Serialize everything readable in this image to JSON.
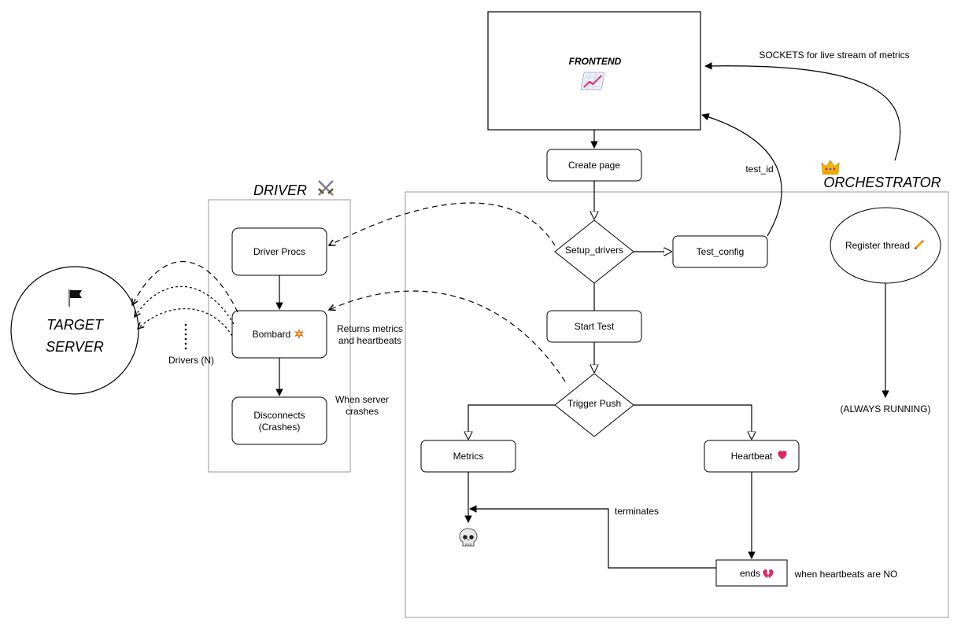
{
  "frontend": {
    "title": "FRONTEND",
    "icon": "chart-increasing-icon"
  },
  "orchestrator": {
    "title": "ORCHESTRATOR",
    "icon": "crown-icon"
  },
  "driver": {
    "title": "DRIVER",
    "icon": "crossed-swords-icon"
  },
  "target": {
    "line1": "TARGET",
    "line2": "SERVER",
    "icon": "black-flag-icon"
  },
  "nodes": {
    "create_page": "Create page",
    "setup_drivers": "Setup_drivers",
    "test_config": "Test_config",
    "start_test": "Start Test",
    "trigger_push": "Trigger Push",
    "metrics": "Metrics",
    "heartbeat": "Heartbeat",
    "ends": "ends",
    "register_thread": "Register thread",
    "driver_procs": "Driver Procs",
    "bombard": "Bombard",
    "disconnects_line1": "Disconnects",
    "disconnects_line2": "(Crashes)"
  },
  "labels": {
    "sockets": "SOCKETS for live stream of metrics",
    "test_id": "test_id",
    "always_running": "(ALWAYS RUNNING)",
    "terminates": "terminates",
    "when_heartbeats": "when heartbeats are NO",
    "returns_line1": "Returns metrics",
    "returns_line2": "and heartbeats",
    "when_server_line1": "When server",
    "when_server_line2": "crashes",
    "drivers_n": "Drivers (N)"
  },
  "colors": {
    "stroke": "#000000",
    "container_stroke": "#999999",
    "heart": "#e0245e",
    "crown": "#f4b400",
    "chart_line": "#e0245e"
  }
}
